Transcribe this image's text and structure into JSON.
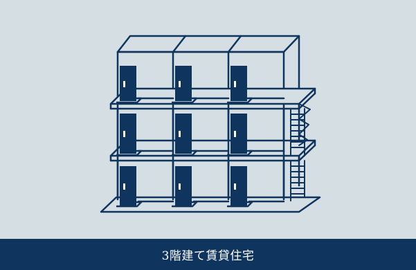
{
  "caption": {
    "text": "3階建て賃貸住宅"
  },
  "illustration": {
    "icon": "three-story-apartment-building-icon",
    "floors": 3,
    "units_per_floor": 3
  },
  "colors": {
    "panel_background": "#d5dee2",
    "caption_background": "#0f355f",
    "caption_text": "#ffffff",
    "line": "#0f355f",
    "door_fill": "#0f355f"
  }
}
